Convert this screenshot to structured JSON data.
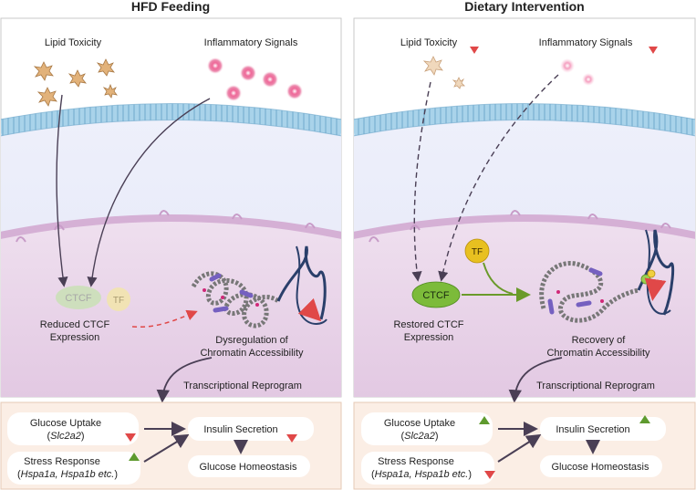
{
  "left": {
    "title": "HFD Feeding",
    "lipid_label": "Lipid Toxicity",
    "inflam_label": "Inflammatory Signals",
    "ctcf": "CTCF",
    "tf": "TF",
    "ctcf_caption": [
      "Reduced CTCF",
      "Expression"
    ],
    "chromatin_caption": [
      "Dysregulation of",
      "Chromatin Accessibility"
    ],
    "reprogram": "Transcriptional Reprogram",
    "glucose_uptake": "Glucose Uptake",
    "slc": "Slc2a2",
    "stress_response": "Stress Response",
    "hspa": "Hspa1a, Hspa1b etc.",
    "insulin": "Insulin Secretion",
    "homeostasis": "Glucose Homeostasis"
  },
  "right": {
    "title": "Dietary Intervention",
    "lipid_label": "Lipid Toxicity",
    "inflam_label": "Inflammatory Signals",
    "ctcf": "CTCF",
    "tf": "TF",
    "ctcf_caption": [
      "Restored CTCF",
      "Expression"
    ],
    "chromatin_caption": [
      "Recovery of",
      "Chromatin Accessibility"
    ],
    "reprogram": "Transcriptional Reprogram",
    "glucose_uptake": "Glucose Uptake",
    "slc": "Slc2a2",
    "stress_response": "Stress Response",
    "hspa": "Hspa1a, Hspa1b etc.",
    "insulin": "Insulin Secretion",
    "homeostasis": "Glucose Homeostasis"
  },
  "colors": {
    "up_arrow": "#6a9a3a",
    "down_arrow": "#e05050",
    "ctcf_active": "#7cbb3a",
    "tf_active": "#e8c020",
    "membrane": "#8fc4e0",
    "nucleus": "#e6d3e6",
    "box_bg": "#fbeee5",
    "signal_pink": "#e0407a"
  }
}
